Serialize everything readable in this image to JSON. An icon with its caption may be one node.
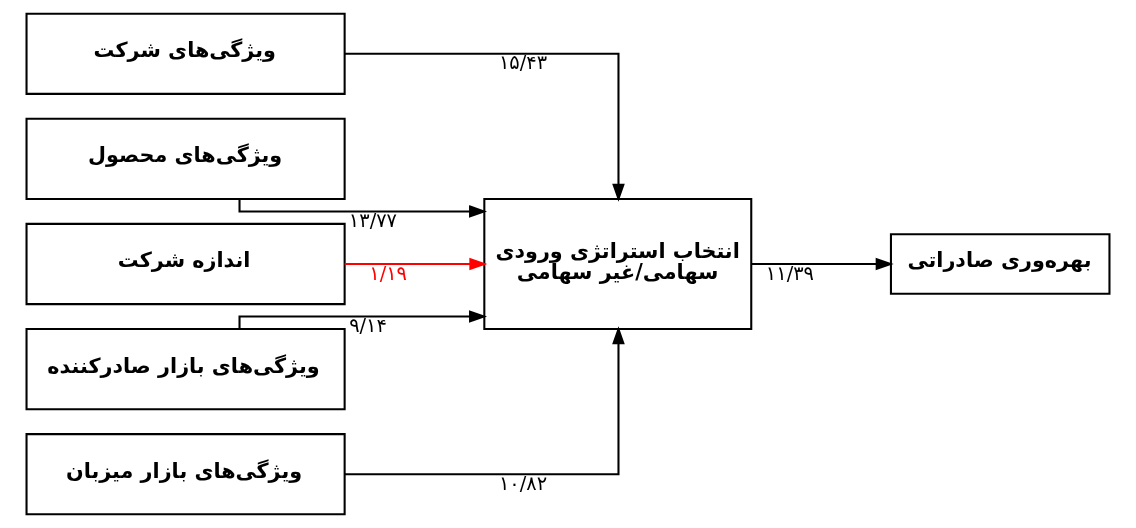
{
  "diagram": {
    "nodes": [
      {
        "text": [
          "ویژگی‌های شرکت"
        ]
      },
      {
        "text": [
          "ویژگی‌های محصول"
        ]
      },
      {
        "text": [
          "اندازه شرکت"
        ]
      },
      {
        "text": [
          "ویژگی‌های بازار صادرکننده"
        ]
      },
      {
        "text": [
          "ویژگی‌های بازار میزبان"
        ]
      },
      {
        "text": [
          "انتخاب استراتژی ورودی سهامی/غیر سهامی"
        ]
      },
      {
        "text": [
          "بهره‌وری صادراتی"
        ]
      }
    ],
    "edges": [
      {
        "from": 0,
        "to": 5,
        "arrow": "to",
        "label": "۱۵/۴۳"
      },
      {
        "from": 1,
        "to": 5,
        "arrow": "to",
        "label": "۱۳/۷۷"
      },
      {
        "from": 2,
        "to": 5,
        "arrow": "to",
        "label": "۱/۱۹",
        "color": "#ff0000"
      },
      {
        "from": 3,
        "to": 5,
        "arrow": "to",
        "label": "۹/۱۴"
      },
      {
        "from": 4,
        "to": 5,
        "arrow": "to",
        "label": "۱۰/۸۲"
      },
      {
        "from": 5,
        "to": 6,
        "arrow": "to",
        "label": "۱۱/۳۹"
      }
    ]
  }
}
